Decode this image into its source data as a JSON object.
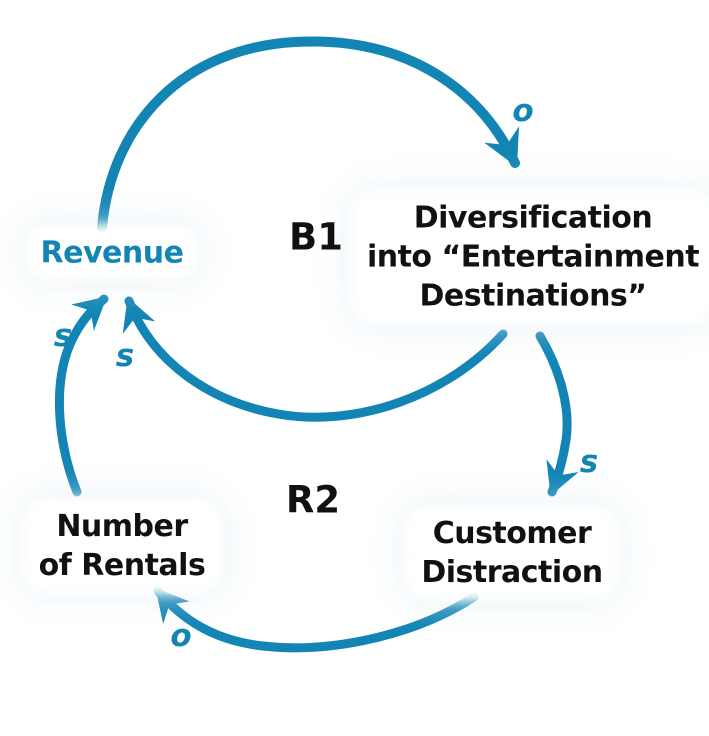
{
  "diagram": {
    "kind": "causal-loop-diagram",
    "background_color": "#ffffff",
    "accent_color": "#1285b5",
    "text_color": "#111111",
    "nodes": {
      "revenue": {
        "label": "Revenue"
      },
      "diversification": {
        "lines": [
          "Diversification",
          "into “Entertainment",
          "Destinations”"
        ]
      },
      "customer_distraction": {
        "lines": [
          "Customer",
          "Distraction"
        ]
      },
      "number_of_rentals": {
        "lines": [
          "Number",
          "of Rentals"
        ]
      }
    },
    "loop_labels": {
      "b1": "B1",
      "r2": "R2"
    },
    "links": [
      {
        "from": "Revenue",
        "to": "Diversification into “Entertainment Destinations”",
        "polarity": "o"
      },
      {
        "from": "Diversification into “Entertainment Destinations”",
        "to": "Revenue",
        "polarity": "s"
      },
      {
        "from": "Number of Rentals",
        "to": "Revenue",
        "polarity": "s"
      },
      {
        "from": "Diversification into “Entertainment Destinations”",
        "to": "Customer Distraction",
        "polarity": "s"
      },
      {
        "from": "Customer Distraction",
        "to": "Number of Rentals",
        "polarity": "o"
      }
    ]
  }
}
